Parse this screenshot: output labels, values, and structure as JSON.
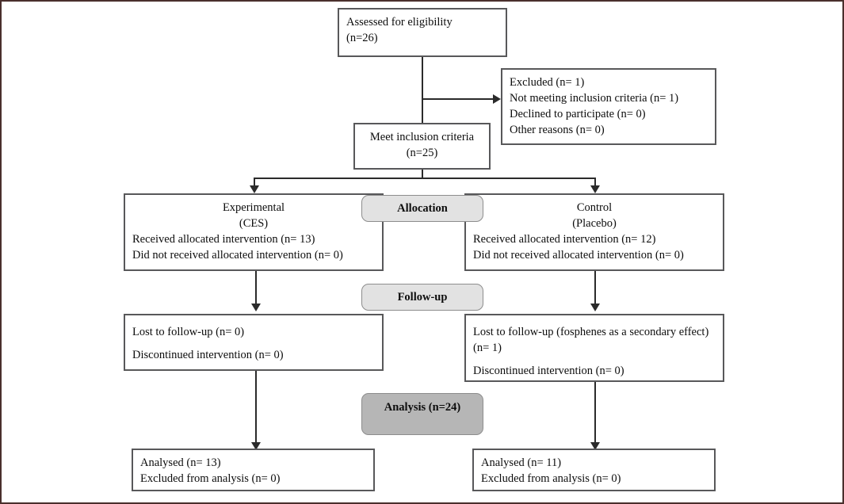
{
  "diagram": {
    "title": "CONSORT participant flow diagram",
    "colors": {
      "box_border": "#58585a",
      "connector": "#2b2b2b",
      "pill_light": "#e2e2e2",
      "pill_dark": "#b6b6b6",
      "page_frame": "#4a2f2c"
    },
    "stage_labels": {
      "allocation": "Allocation",
      "follow_up": "Follow-up",
      "analysis": "Analysis (n=24)"
    },
    "boxes": {
      "enrollment": {
        "line1": "Assessed for eligibility",
        "line2": "(n=26)"
      },
      "excluded": {
        "line1": "Excluded (n= 1)",
        "line2": "Not meeting inclusion criteria (n= 1)",
        "line3": "Declined to participate (n= 0)",
        "line4": "Other reasons (n= 0)"
      },
      "included": {
        "line1": "Meet inclusion criteria",
        "line2": "(n=25)"
      },
      "allocation_experimental": {
        "line1": "Experimental",
        "line2": "(CES)",
        "line3": "Received allocated intervention (n= 13)",
        "line4": "Did not received allocated intervention (n= 0)"
      },
      "allocation_control": {
        "line1": "Control",
        "line2": "(Placebo)",
        "line3": "Received allocated intervention (n= 12)",
        "line4": "Did not received allocated intervention (n= 0)"
      },
      "followup_experimental": {
        "line1": "Lost to follow-up (n= 0)",
        "line2": "Discontinued intervention (n= 0)"
      },
      "followup_control": {
        "line1": "Lost to follow-up (fosphenes as a secondary effect) (n= 1)",
        "line2": "Discontinued intervention (n= 0)"
      },
      "analysis_experimental": {
        "line1": "Analysed (n= 13)",
        "line2": "Excluded from analysis (n= 0)"
      },
      "analysis_control": {
        "line1": "Analysed (n= 11)",
        "line2": "Excluded from analysis (n= 0)"
      }
    }
  }
}
